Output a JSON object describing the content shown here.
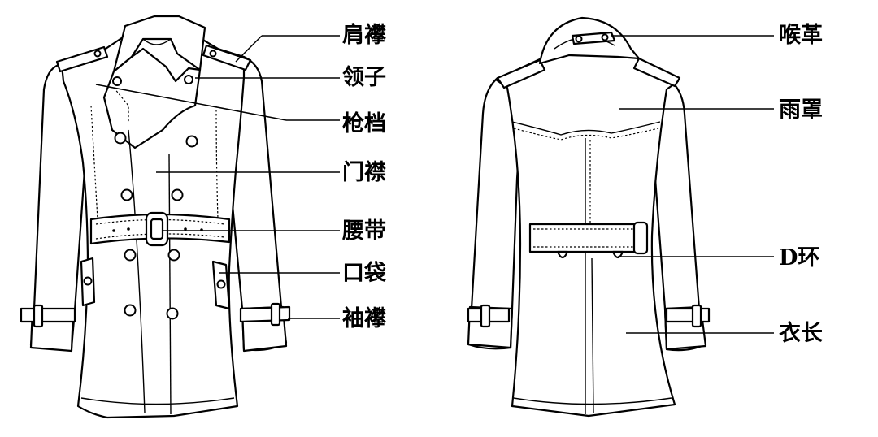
{
  "labels": {
    "front": {
      "shoulder_strap": "肩襻",
      "collar": "领子",
      "gun_flap": "枪档",
      "placket": "门襟",
      "belt": "腰带",
      "pocket": "口袋",
      "cuff_strap": "袖襻"
    },
    "back": {
      "throat_latch": "喉革",
      "storm_flap": "雨罩",
      "d_ring": "D环",
      "coat_length": "衣长"
    }
  },
  "colors": {
    "ink": "#000000",
    "paper": "#ffffff"
  }
}
